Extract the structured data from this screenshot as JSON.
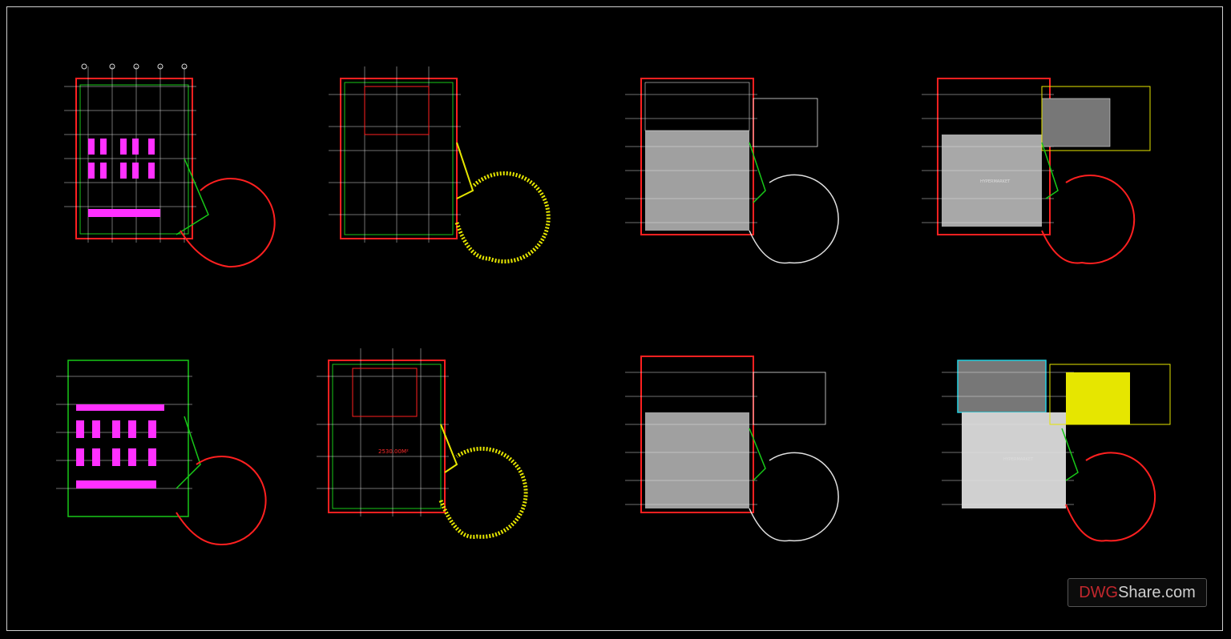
{
  "watermark": {
    "part1": "DWG",
    "part2": "Share.com"
  },
  "sheet": [
    {
      "name": "plan-1",
      "row": 1,
      "col": 1,
      "fill": "magenta",
      "tail": "red"
    },
    {
      "name": "plan-2",
      "row": 1,
      "col": 2,
      "fill": "none",
      "tail": "hatch"
    },
    {
      "name": "plan-3",
      "row": 1,
      "col": 3,
      "fill": "grey",
      "tail": "white"
    },
    {
      "name": "plan-4",
      "row": 1,
      "col": 4,
      "fill": "grey",
      "tail": "red",
      "label": "HYPERMARKET"
    },
    {
      "name": "plan-5",
      "row": 2,
      "col": 1,
      "fill": "magenta",
      "tail": "red"
    },
    {
      "name": "plan-6",
      "row": 2,
      "col": 2,
      "fill": "none",
      "tail": "hatch",
      "label": "2530.00M²"
    },
    {
      "name": "plan-7",
      "row": 2,
      "col": 3,
      "fill": "grey",
      "tail": "white"
    },
    {
      "name": "plan-8",
      "row": 2,
      "col": 4,
      "fill": "grey",
      "tail": "red",
      "label": "HYPERMARKET"
    }
  ],
  "colors": {
    "red": "#ff2020",
    "green": "#18c818",
    "magenta": "#ff30ff",
    "grey": "#9a9a9a",
    "yellow": "#e6e600",
    "white": "#e0e0e0",
    "cyan": "#22d0e0"
  }
}
